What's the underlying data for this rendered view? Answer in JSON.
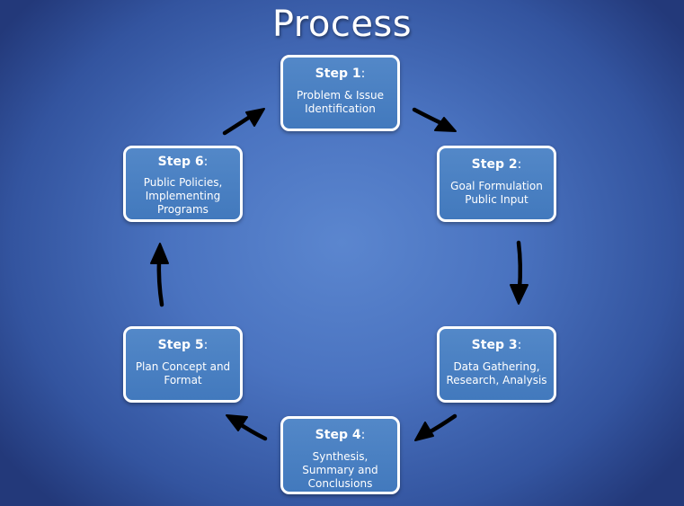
{
  "title": "Process",
  "steps": [
    {
      "label": "Step 1",
      "colon": ":",
      "lines": [
        "Problem & Issue",
        "Identification"
      ]
    },
    {
      "label": "Step 2",
      "colon": ":",
      "lines": [
        "Goal Formulation",
        "Public Input"
      ]
    },
    {
      "label": "Step 3",
      "colon": ":",
      "lines": [
        "Data Gathering,",
        "Research, Analysis"
      ]
    },
    {
      "label": "Step 4",
      "colon": ":",
      "lines": [
        "Synthesis,",
        "Summary and",
        "Conclusions"
      ]
    },
    {
      "label": "Step 5",
      "colon": ":",
      "lines": [
        "Plan Concept and",
        "Format"
      ]
    },
    {
      "label": "Step 6",
      "colon": ":",
      "lines": [
        "Public Policies,",
        "Implementing",
        "Programs"
      ]
    }
  ],
  "colors": {
    "box_fill": "#4a80c4",
    "box_border": "#ffffff",
    "arrow": "#000000"
  }
}
